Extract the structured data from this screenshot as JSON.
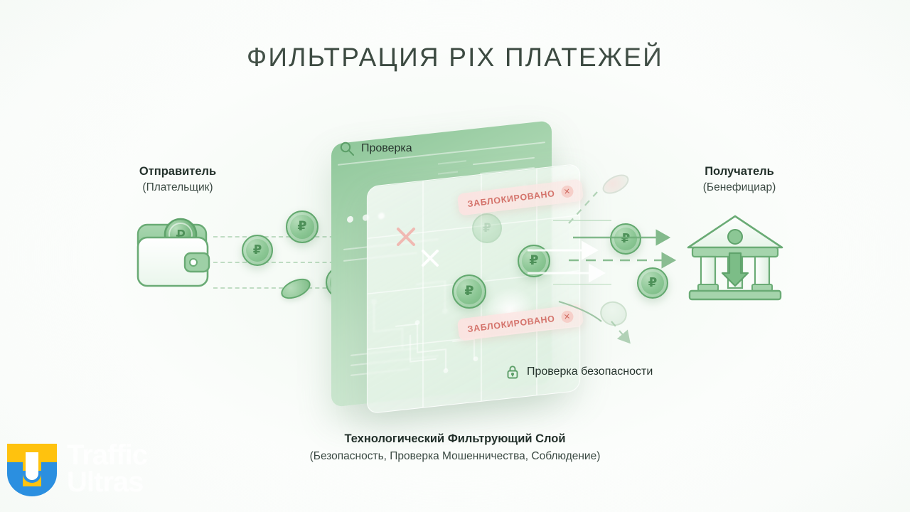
{
  "title": "ФИЛЬТРАЦИЯ PIX ПЛАТЕЖЕЙ",
  "sender": {
    "title": "Отправитель",
    "subtitle": "(Плательщик)",
    "icon": "wallet-icon"
  },
  "recipient": {
    "title": "Получатель",
    "subtitle": "(Бенефициар)",
    "icon": "bank-icon"
  },
  "tags": [
    {
      "id": "check",
      "label": "Проверка",
      "icon": "magnifier-icon"
    },
    {
      "id": "security",
      "label": "Проверка безопасности",
      "icon": "lock-icon"
    }
  ],
  "blocked_badges": [
    {
      "label": "ЗАБЛОКИРОВАНО",
      "icon": "x-circle-icon"
    },
    {
      "label": "ЗАБЛОКИРОВАНО",
      "icon": "x-circle-icon"
    }
  ],
  "caption": {
    "line1": "Технологический Фильтрующий Слой",
    "line2": "(Безопасность, Проверка Мошенничества, Соблюдение)"
  },
  "coin_symbol": "₽",
  "logo": {
    "mark": "tu-monogram",
    "line1": "Traffic",
    "line2": "Ultras",
    "yellow": "#FFC20E",
    "blue": "#2B8FE0"
  },
  "colors": {
    "title": "#3c4a41",
    "body_text": "#22302a",
    "green_primary": "#6fb379",
    "green_panel": "#8fc79a",
    "blocked_red": "#d4736b",
    "background": "#fbfdfb"
  }
}
